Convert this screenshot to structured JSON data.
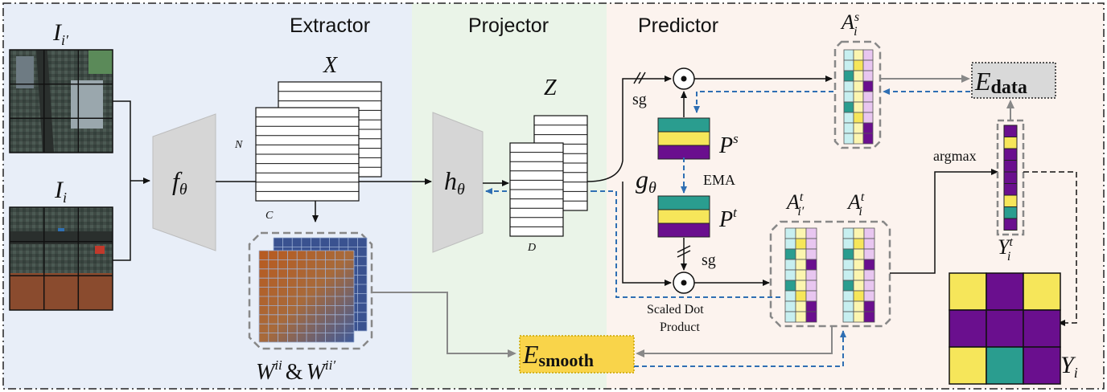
{
  "sections": {
    "extractor": "Extractor",
    "projector": "Projector",
    "predictor": "Predictor"
  },
  "labels": {
    "input_i_prime_base": "I",
    "input_i_prime_sub": "i′",
    "input_i_base": "I",
    "input_i_sub": "i",
    "f_theta_base": "f",
    "f_theta_sub": "θ",
    "h_theta_base": "h",
    "h_theta_sub": "θ",
    "g_theta_base": "g",
    "g_theta_sub": "θ",
    "X": "X",
    "Z": "Z",
    "N": "N",
    "C": "C",
    "D": "D",
    "sg_top": "sg",
    "sg_bottom": "sg",
    "P_s_base": "P",
    "P_s_sup": "s",
    "P_t_base": "P",
    "P_t_sup": "t",
    "EMA": "EMA",
    "scaled_dot_line1": "Scaled Dot",
    "scaled_dot_line2": "Product",
    "A_s_base": "A",
    "A_s_sup": "s",
    "A_s_sub": "i",
    "A_t_prime_base": "A",
    "A_t_prime_sup": "t",
    "A_t_prime_sub": "i′",
    "A_t_base": "A",
    "A_t_sup": "t",
    "A_t_sub": "i",
    "argmax": "argmax",
    "Y_t_base": "Y",
    "Y_t_sup": "t",
    "Y_t_sub": "i",
    "Y_base": "Y",
    "Y_sub": "i",
    "W_part1_base": "W",
    "W_part1_sup": "ii",
    "W_amp": "&",
    "W_part2_base": "W",
    "W_part2_sup": "ii′",
    "E_data_base": "E",
    "E_data_sub": "data",
    "E_smooth_base": "E",
    "E_smooth_sub": "smooth",
    "dot_symbol": "⊙"
  },
  "colors": {
    "extractor_bg": "#e8eef8",
    "projector_bg": "#eaf4e8",
    "predictor_bg": "#fcf3ee",
    "teal": "#2a9d8f",
    "yellow": "#f6e65a",
    "purple": "#6a0f8e",
    "light_cyan": "#c7eff0",
    "light_yellow": "#fbf5b0",
    "light_purple": "#e8c6f0",
    "blue_dashed": "#2f6fb3",
    "gray_arrow": "#888888",
    "e_smooth_bg": "#f9d44a",
    "e_data_bg": "#d9d9d9",
    "trapezoid": "#d6d6d6"
  },
  "prototype_colors": [
    "teal",
    "yellow",
    "purple"
  ],
  "assignment_matrix_rows": [
    [
      "light_cyan",
      "light_yellow",
      "light_purple"
    ],
    [
      "light_cyan",
      "yellow",
      "light_purple"
    ],
    [
      "teal",
      "light_yellow",
      "light_purple"
    ],
    [
      "light_cyan",
      "light_yellow",
      "purple"
    ],
    [
      "light_cyan",
      "light_yellow",
      "light_purple"
    ],
    [
      "teal",
      "light_yellow",
      "light_purple"
    ],
    [
      "light_cyan",
      "yellow",
      "light_purple"
    ],
    [
      "light_cyan",
      "light_yellow",
      "purple"
    ],
    [
      "light_cyan",
      "light_yellow",
      "purple"
    ]
  ],
  "yt_column": [
    "purple",
    "yellow",
    "purple",
    "purple",
    "purple",
    "purple",
    "yellow",
    "teal",
    "purple"
  ],
  "y_grid": [
    [
      "yellow",
      "purple",
      "yellow"
    ],
    [
      "purple",
      "purple",
      "purple"
    ],
    [
      "yellow",
      "teal",
      "purple"
    ]
  ]
}
